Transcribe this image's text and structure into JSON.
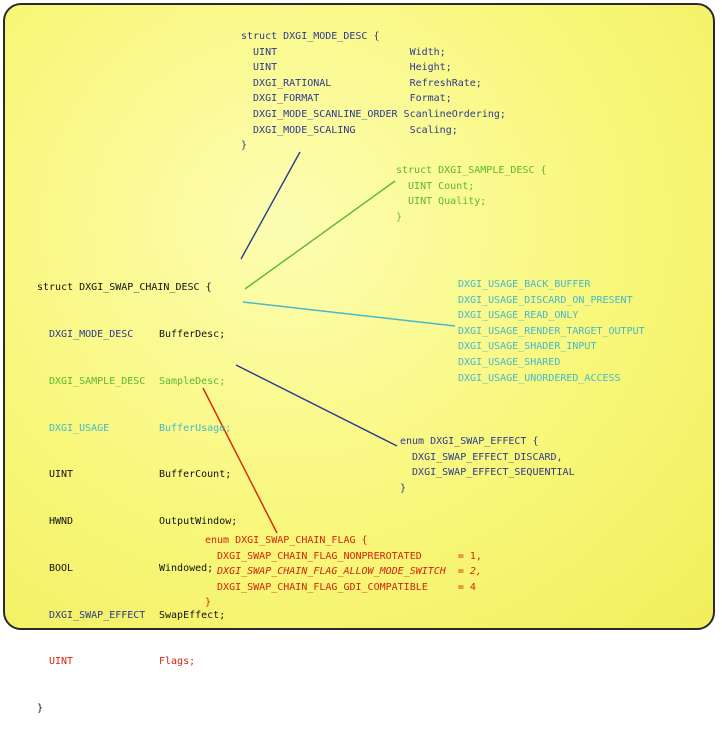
{
  "mode_desc": {
    "lines": [
      "struct DXGI_MODE_DESC {",
      "  UINT                      Width;",
      "  UINT                      Height;",
      "  DXGI_RATIONAL             RefreshRate;",
      "  DXGI_FORMAT               Format;",
      "  DXGI_MODE_SCANLINE_ORDER ScanlineOrdering;",
      "  DXGI_MODE_SCALING         Scaling;",
      "}"
    ]
  },
  "sample_desc": {
    "lines": [
      "struct DXGI_SAMPLE_DESC {",
      "  UINT Count;",
      "  UINT Quality;",
      "}"
    ]
  },
  "swap_chain_desc": {
    "header": "struct DXGI_SWAP_CHAIN_DESC {",
    "members": [
      {
        "type": "DXGI_MODE_DESC",
        "name": "BufferDesc;"
      },
      {
        "type": "DXGI_SAMPLE_DESC",
        "name": "SampleDesc;"
      },
      {
        "type": "DXGI_USAGE",
        "name": "BufferUsage;"
      },
      {
        "type": "UINT",
        "name": "BufferCount;"
      },
      {
        "type": "HWND",
        "name": "OutputWindow;"
      },
      {
        "type": "BOOL",
        "name": "Windowed;"
      },
      {
        "type": "DXGI_SWAP_EFFECT",
        "name": "SwapEffect;"
      },
      {
        "type": "UINT",
        "name": "Flags;"
      }
    ],
    "footer": "}"
  },
  "usage_flags": {
    "lines": [
      "DXGI_USAGE_BACK_BUFFER",
      "DXGI_USAGE_DISCARD_ON_PRESENT",
      "DXGI_USAGE_READ_ONLY",
      "DXGI_USAGE_RENDER_TARGET_OUTPUT",
      "DXGI_USAGE_SHADER_INPUT",
      "DXGI_USAGE_SHARED",
      "DXGI_USAGE_UNORDERED_ACCESS"
    ]
  },
  "swap_effect": {
    "lines": [
      "enum DXGI_SWAP_EFFECT {",
      "  DXGI_SWAP_EFFECT_DISCARD,",
      "  DXGI_SWAP_EFFECT_SEQUENTIAL",
      "}"
    ]
  },
  "swap_chain_flag": {
    "lines": [
      "enum DXGI_SWAP_CHAIN_FLAG {",
      "  DXGI_SWAP_CHAIN_FLAG_NONPREROTATED      = 1,",
      "  DXGI_SWAP_CHAIN_FLAG_ALLOW_MODE_SWITCH  = 2,",
      "  DXGI_SWAP_CHAIN_FLAG_GDI_COMPATIBLE     = 4",
      "}"
    ]
  },
  "colors": {
    "background": "#f8f77a",
    "border": "#2a2a2a",
    "mode_desc": "#2c3a8c",
    "sample_desc": "#5cb82e",
    "usage": "#45b9cc",
    "swap_effect": "#2c3a8c",
    "flags": "#d8220f"
  }
}
